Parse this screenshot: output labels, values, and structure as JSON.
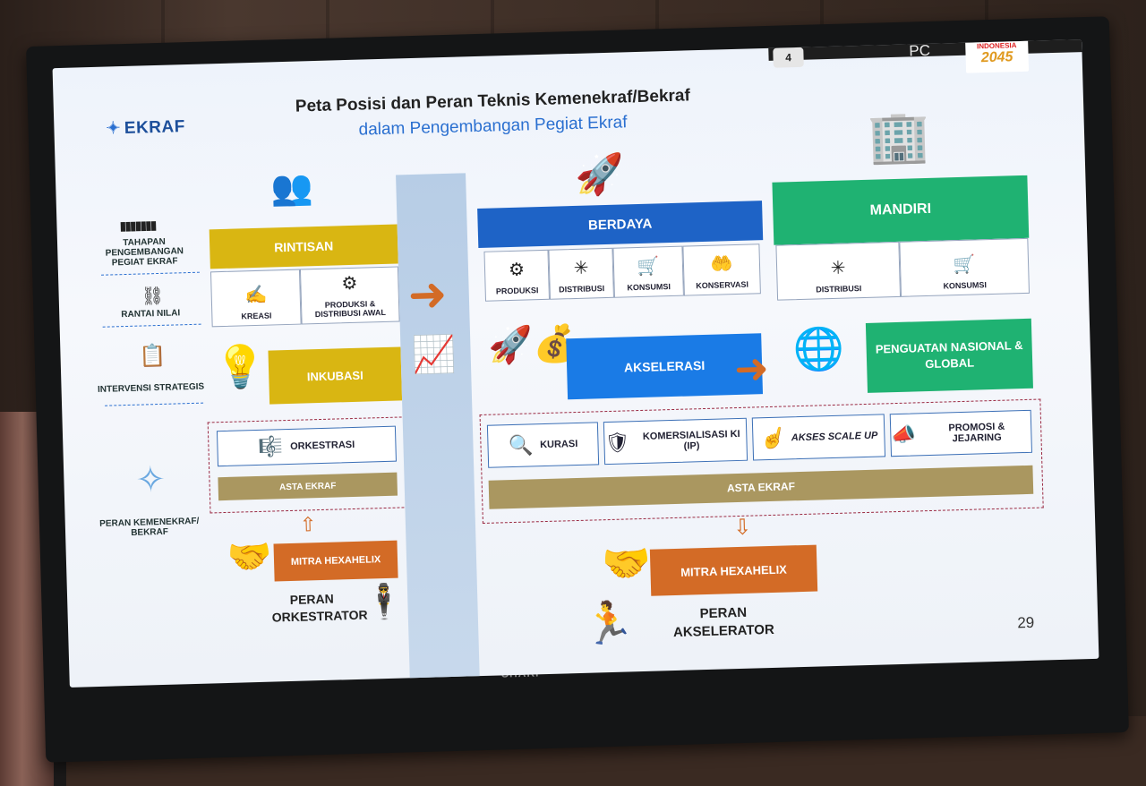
{
  "slide": {
    "title": "Peta Posisi dan Peran Teknis Kemenekraf/Bekraf",
    "subtitle": "dalam Pengembangan Pegiat Ekraf",
    "logo": "EKRAF",
    "pc_label": "PC",
    "cam_badge": "4",
    "badge_top": "INDONESIA",
    "badge_year": "2045",
    "page_number": "29",
    "tv_brand": "SHARP"
  },
  "left_labels": {
    "tahapan": "TAHAPAN PENGEMBANGAN PEGIAT EKRAF",
    "rantai": "RANTAI NILAI",
    "intervensi": "INTERVENSI STRATEGIS",
    "peran": "PERAN KEMENEKRAF/ BEKRAF"
  },
  "rintisan": {
    "title": "RINTISAN",
    "cells": [
      "KREASI",
      "PRODUKSI & DISTRIBUSI AWAL"
    ],
    "inkubasi": "INKUBASI",
    "orkestrasi": "ORKESTRASI",
    "asta": "ASTA EKRAF",
    "mitra": "MITRA HEXAHELIX",
    "peran": "PERAN ORKESTRATOR"
  },
  "berdaya": {
    "title": "BERDAYA",
    "cells": [
      "PRODUKSI",
      "DISTRIBUSI",
      "KONSUMSI",
      "KONSERVASI"
    ]
  },
  "mandiri": {
    "title": "MANDIRI",
    "cells": [
      "DISTRIBUSI",
      "KONSUMSI"
    ]
  },
  "akselerasi": {
    "title": "AKSELERASI",
    "target": "PENGUATAN NASIONAL & GLOBAL",
    "programs": [
      "KURASI",
      "KOMERSIALISASI KI (IP)",
      "AKSES SCALE UP",
      "PROMOSI & JEJARING"
    ],
    "asta": "ASTA EKRAF",
    "mitra": "MITRA HEXAHELIX",
    "peran": "PERAN AKSELERATOR"
  },
  "colors": {
    "yellow": "#d9b612",
    "blue": "#1e63c6",
    "green": "#1fb272",
    "orange": "#d36b26",
    "gold": "#aa9760"
  }
}
